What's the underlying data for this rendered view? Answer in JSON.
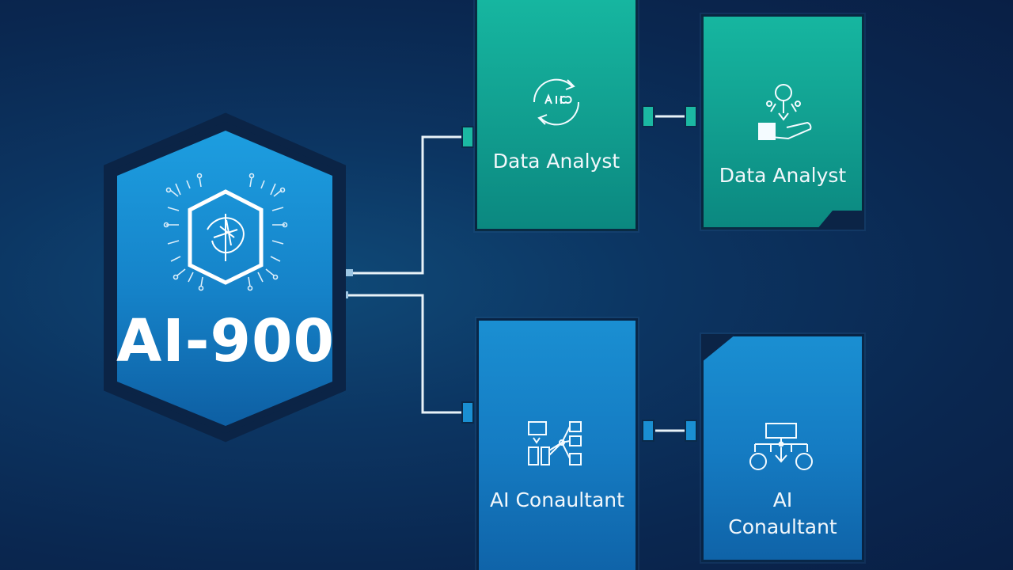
{
  "hub": {
    "title": "AI-900"
  },
  "cards": {
    "top_left": {
      "label": "Data Analyst"
    },
    "top_right": {
      "label": "Data Analyst"
    },
    "bottom_left": {
      "label": "AI Conaultant"
    },
    "bottom_right": {
      "label": "AI\nConaultant"
    }
  },
  "colors": {
    "background": "#0c3562",
    "teal_card": "#13a996",
    "blue_card": "#1580c6",
    "connector": "#e8f2f8",
    "text": "#f2f7fb"
  }
}
